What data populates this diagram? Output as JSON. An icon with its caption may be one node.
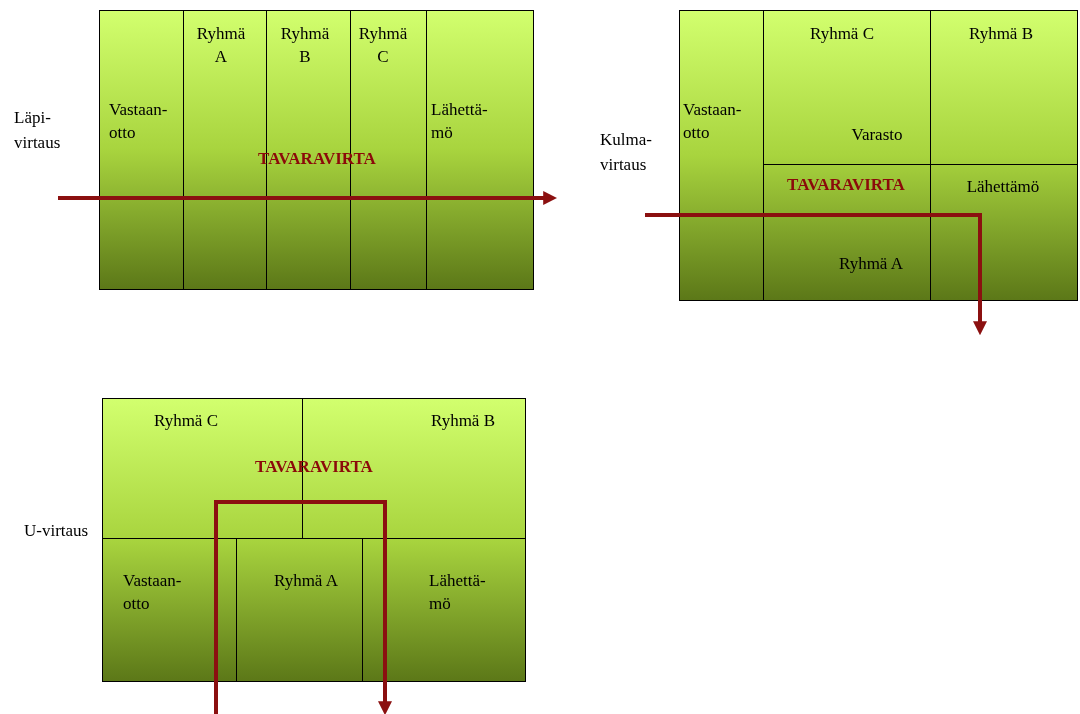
{
  "diagram": {
    "nodes": [
      {
        "text": [
          "Läpi- virtaus"
        ]
      },
      {
        "text": [
          "Vastaan- otto"
        ],
        "in": 0
      },
      {
        "text": [
          "Ryhmä A"
        ],
        "in": 0
      },
      {
        "text": [
          "Ryhmä B"
        ],
        "in": 0
      },
      {
        "text": [
          "Ryhmä C"
        ],
        "in": 0
      },
      {
        "text": [
          "Lähettä- mö"
        ],
        "in": 0
      },
      {
        "text": [
          "Kulma- virtaus"
        ]
      },
      {
        "text": [
          "Vastaan- otto"
        ],
        "in": 6
      },
      {
        "text": [
          "Ryhmä C"
        ],
        "in": 6
      },
      {
        "text": [
          "Ryhmä B"
        ],
        "in": 6
      },
      {
        "text": [
          "Ryhmä A"
        ],
        "in": 6
      },
      {
        "text": [
          "Lähettämö"
        ],
        "in": 6
      },
      {
        "text": [
          "U-virtaus"
        ]
      },
      {
        "text": [
          "Ryhmä C"
        ],
        "in": 12
      },
      {
        "text": [
          "Ryhmä B"
        ],
        "in": 12
      },
      {
        "text": [
          "Vastaan- otto"
        ],
        "in": 12
      },
      {
        "text": [
          "Ryhmä A"
        ],
        "in": 12
      },
      {
        "text": [
          "Lähettä- mö"
        ],
        "in": 12
      }
    ],
    "labels": [
      "TAVARAVIRTA",
      "Varasto",
      "TAVARAVIRTA",
      "TAVARAVIRTA"
    ]
  }
}
